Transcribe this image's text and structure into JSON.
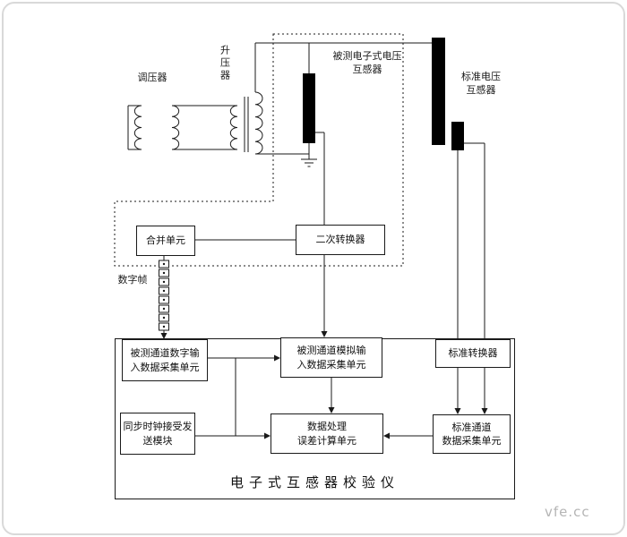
{
  "colors": {
    "background": "#ffffff",
    "frame_border": "#d9d9d9",
    "line": "#1a1a1a",
    "bar": "#000000",
    "watermark": "#b5b5b5"
  },
  "labels": {
    "regulator": "调压器",
    "step_up": "升压器",
    "tested_vt_line1": "被测电子式电压",
    "tested_vt_line2": "互感器",
    "standard_vt_line1": "标准电压",
    "standard_vt_line2": "互感器",
    "digital_frame": "数字帧",
    "calibrator_title": "电子式互感器校验仪",
    "watermark": "vfe.cc"
  },
  "boxes": {
    "merging_unit": {
      "label": "合并单元"
    },
    "secondary_converter": {
      "label": "二次转换器"
    },
    "digital_acquisition": {
      "line1": "被测通道数字输",
      "line2": "入数据采集单元"
    },
    "analog_acquisition": {
      "line1": "被测通道模拟输",
      "line2": "入数据采集单元"
    },
    "standard_converter": {
      "label": "标准转换器"
    },
    "sync_clock": {
      "line1": "同步时钟接受发",
      "line2": "送模块"
    },
    "data_processing": {
      "line1": "数据处理",
      "line2": "误差计算单元"
    },
    "standard_channel": {
      "line1": "标准通道",
      "line2": "数据采集单元"
    }
  }
}
